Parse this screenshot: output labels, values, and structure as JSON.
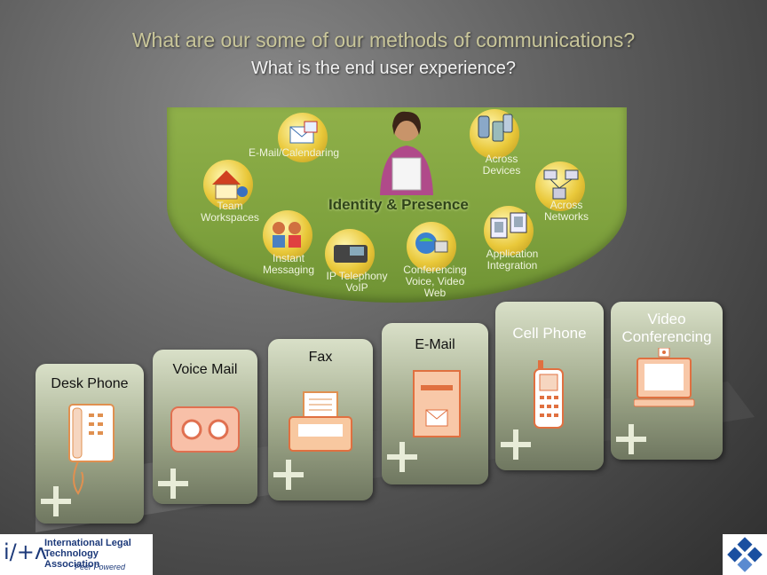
{
  "header": {
    "title": "What are our some of our methods of communications?",
    "subtitle": "What is the end user experience?"
  },
  "identity": {
    "center_label": "Identity & Presence",
    "items": {
      "email": "E-Mail/Calendaring",
      "devices_1": "Across",
      "devices_2": "Devices",
      "team_1": "Team",
      "team_2": "Workspaces",
      "networks_1": "Across",
      "networks_2": "Networks",
      "im_1": "Instant",
      "im_2": "Messaging",
      "iptel_1": "IP Telephony",
      "iptel_2": "VoIP",
      "conf_1": "Conferencing",
      "conf_2": "Voice, Video",
      "conf_3": "Web",
      "app_1": "Application",
      "app_2": "Integration"
    }
  },
  "devices": {
    "desk_phone": "Desk Phone",
    "voice_mail": "Voice Mail",
    "fax": "Fax",
    "email": "E-Mail",
    "cell_phone": "Cell Phone",
    "video_1": "Video",
    "video_2": "Conferencing"
  },
  "footer": {
    "logo_line1": "International Legal",
    "logo_line2": "Technology Association",
    "logo_tagline": "Peer Powered",
    "logo_mark": "i/+ʌ"
  },
  "colors": {
    "bowl_green": "#7fa23e",
    "title_gold": "#c9c69a",
    "accent_orange": "#f0a070"
  }
}
